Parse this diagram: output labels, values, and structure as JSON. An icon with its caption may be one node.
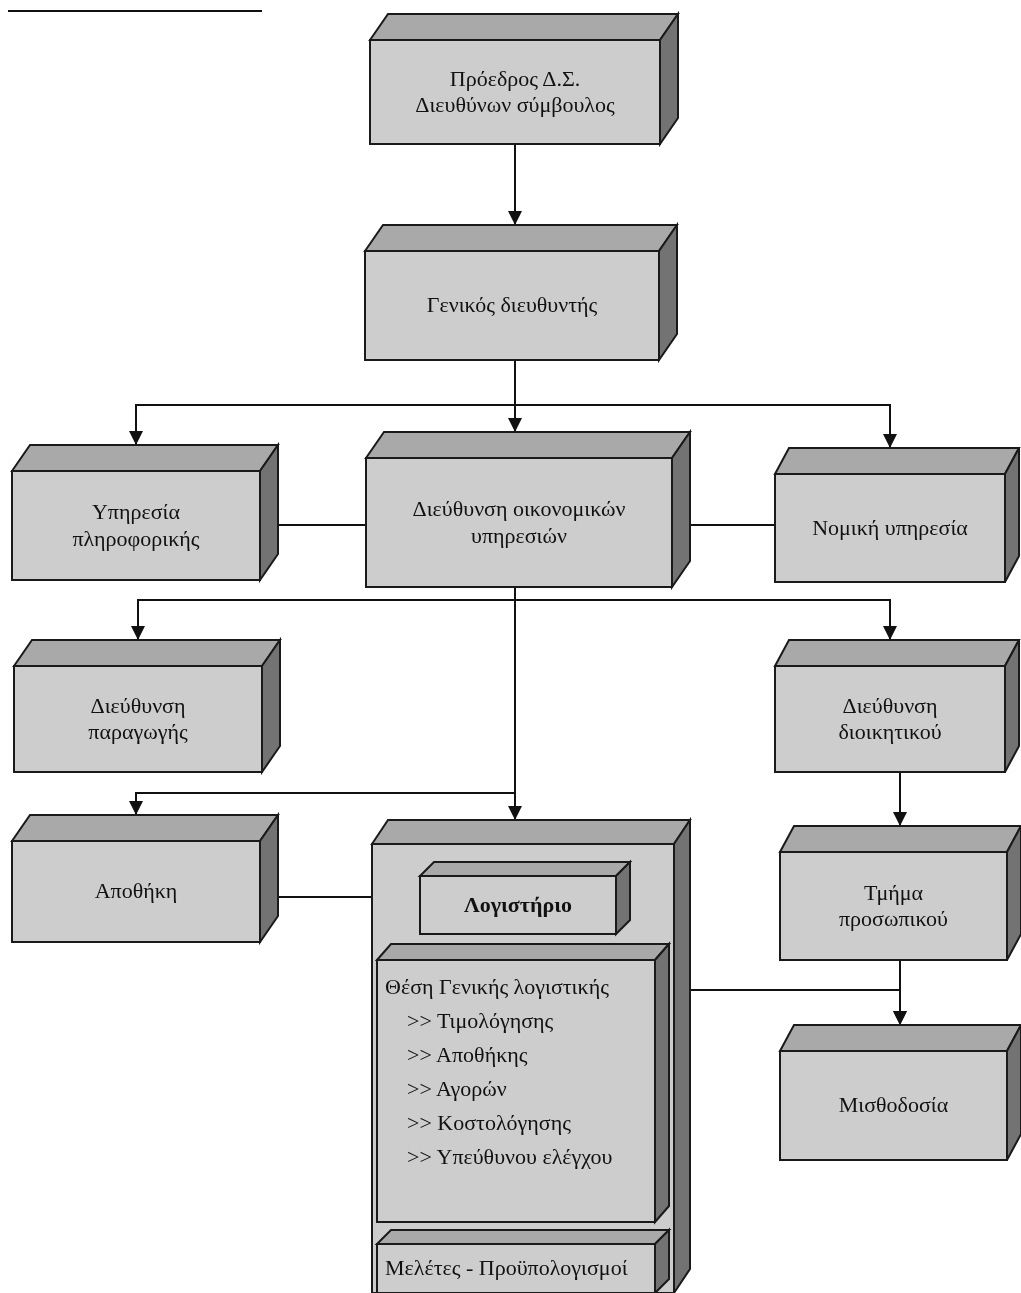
{
  "diagram": {
    "nodes": [
      {
        "text": [
          "Πρόεδρος Δ.Σ.",
          "Διευθύνων σύμβουλος"
        ]
      },
      {
        "text": [
          "Γενικός διευθυντής"
        ]
      },
      {
        "text": [
          "Υπηρεσία πληροφορικής"
        ]
      },
      {
        "text": [
          "Διεύθυνση οικονομικών υπηρεσιών"
        ]
      },
      {
        "text": [
          "Νομική υπηρεσία"
        ]
      },
      {
        "text": [
          "Διεύθυνση παραγωγής"
        ]
      },
      {
        "text": [
          "Διεύθυνση διοικητικού"
        ]
      },
      {
        "text": [
          "Αποθήκη"
        ]
      },
      {
        "text": [],
        "shape": "box"
      },
      {
        "text": [
          "Λογιστήριο"
        ],
        "in": 8
      },
      {
        "text": [
          "Θέση Γενικής λογιστικής",
          ">> Τιμολόγησης",
          ">> Αποθήκης",
          ">> Αγορών",
          ">> Κοστολόγησης",
          ">> Υπεύθυνου ελέγχου"
        ],
        "in": 8
      },
      {
        "text": [
          "Μελέτες - Προϋπολογισμοί"
        ],
        "in": 8
      },
      {
        "text": [
          "Τμήμα προσωπικού"
        ]
      },
      {
        "text": [
          "Μισθοδοσία"
        ]
      }
    ],
    "edges": [
      {
        "from": 0,
        "to": 1,
        "arrow": "to"
      },
      {
        "from": 1,
        "to": 2,
        "arrow": "to"
      },
      {
        "from": 1,
        "to": 3,
        "arrow": "to"
      },
      {
        "from": 1,
        "to": 4,
        "arrow": "to"
      },
      {
        "from": 2,
        "to": 3,
        "arrow": "none"
      },
      {
        "from": 3,
        "to": 4,
        "arrow": "none"
      },
      {
        "from": 3,
        "to": 5,
        "arrow": "to"
      },
      {
        "from": 3,
        "to": 6,
        "arrow": "to"
      },
      {
        "from": 3,
        "to": 7,
        "arrow": "to"
      },
      {
        "from": 3,
        "to": 8,
        "arrow": "to"
      },
      {
        "from": 7,
        "to": 8,
        "arrow": "none"
      },
      {
        "from": 6,
        "to": 12,
        "arrow": "to"
      },
      {
        "from": 12,
        "to": 13,
        "arrow": "to"
      },
      {
        "from": 8,
        "to": 13,
        "arrow": "to"
      }
    ]
  }
}
